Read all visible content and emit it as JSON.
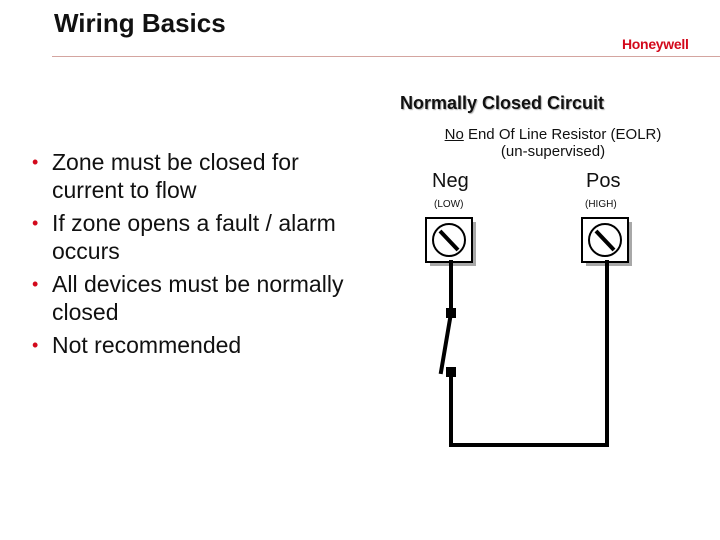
{
  "slide": {
    "title": "Wiring Basics",
    "brand": "Honeywell"
  },
  "bullets": [
    "Zone must be closed for current to flow",
    "If zone opens a fault / alarm occurs",
    "All devices must be normally closed",
    "Not recommended"
  ],
  "diagram": {
    "heading": "Normally Closed Circuit",
    "subheading_underlined": "No",
    "subheading_rest": " End Of Line Resistor  (EOLR)",
    "subheading_line2": "(un-supervised)",
    "terminals": [
      {
        "label": "Neg",
        "sublabel": "(LOW)"
      },
      {
        "label": "Pos",
        "sublabel": "(HIGH)"
      }
    ]
  },
  "colors": {
    "brand_red": "#d3091c",
    "wire": "#000000"
  }
}
